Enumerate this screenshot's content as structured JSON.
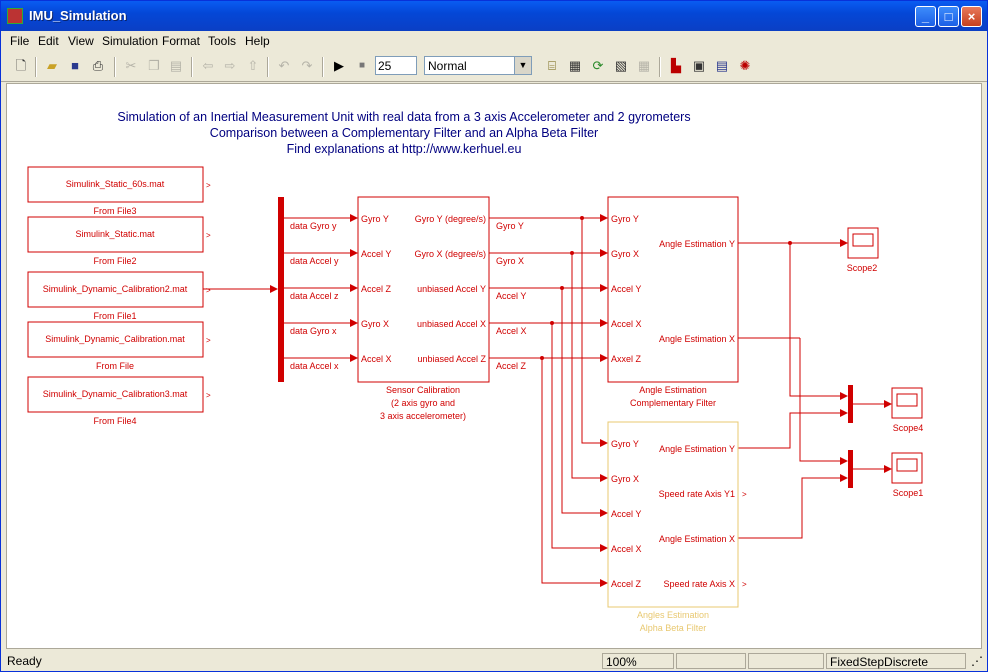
{
  "window": {
    "title": "IMU_Simulation"
  },
  "menu": [
    "File",
    "Edit",
    "View",
    "Simulation",
    "Format",
    "Tools",
    "Help"
  ],
  "toolbar": {
    "stop_time": "25",
    "sim_mode": "Normal"
  },
  "annotation": {
    "line1": "Simulation of an Inertial Measurement Unit with real data from a 3 axis Accelerometer and 2 gyrometers",
    "line2": "Comparison between a Complementary Filter and an Alpha Beta Filter",
    "line3": "Find explanations at http://www.kerhuel.eu"
  },
  "from_files": [
    {
      "file": "Simulink_Static_60s.mat",
      "name": "From File3"
    },
    {
      "file": "Simulink_Static.mat",
      "name": "From File2"
    },
    {
      "file": "Simulink_Dynamic_Calibration2.mat",
      "name": "From File1"
    },
    {
      "file": "Simulink_Dynamic_Calibration.mat",
      "name": "From File"
    },
    {
      "file": "Simulink_Dynamic_Calibration3.mat",
      "name": "From File4"
    }
  ],
  "bus_signals": [
    "data Gyro y",
    "data Accel y",
    "data Accel z",
    "data Gyro x",
    "data Accel x"
  ],
  "sensor_calibration": {
    "inputs": [
      "Gyro Y",
      "Accel Y",
      "Accel Z",
      "Gyro X",
      "Accel X"
    ],
    "outputs": [
      "Gyro Y (degree/s)",
      "Gyro X (degree/s)",
      "unbiased Accel Y",
      "unbiased Accel X",
      "unbiased Accel Z"
    ],
    "caption1": "Sensor Calibration",
    "caption2": "(2 axis gyro and",
    "caption3": "3 axis accelerometer)"
  },
  "signal_labels": [
    "Gyro Y",
    "Gyro X",
    "Accel Y",
    "Accel X",
    "Accel Z"
  ],
  "complementary": {
    "inputs": [
      "Gyro Y",
      "Gyro X",
      "Accel Y",
      "Accel X",
      "Axxel Z"
    ],
    "outputs": [
      "Angle Estimation Y",
      "Angle Estimation X"
    ],
    "caption1": "Angle Estimation",
    "caption2": "Complementary Filter"
  },
  "alphabeta": {
    "inputs": [
      "Gyro Y",
      "Gyro X",
      "Accel Y",
      "Accel X",
      "Accel Z"
    ],
    "outputs": [
      "Angle Estimation Y",
      "Speed rate Axis Y1",
      "Angle Estimation X",
      "Speed rate Axis X"
    ],
    "caption1": "Angles Estimation",
    "caption2": "Alpha Beta Filter"
  },
  "scopes": [
    "Scope2",
    "Scope4",
    "Scope1"
  ],
  "status": {
    "state": "Ready",
    "zoom": "100%",
    "solver": "FixedStepDiscrete"
  },
  "colors": {
    "block": "#d00000",
    "highlight": "#e8c870",
    "annotation": "#000080"
  }
}
